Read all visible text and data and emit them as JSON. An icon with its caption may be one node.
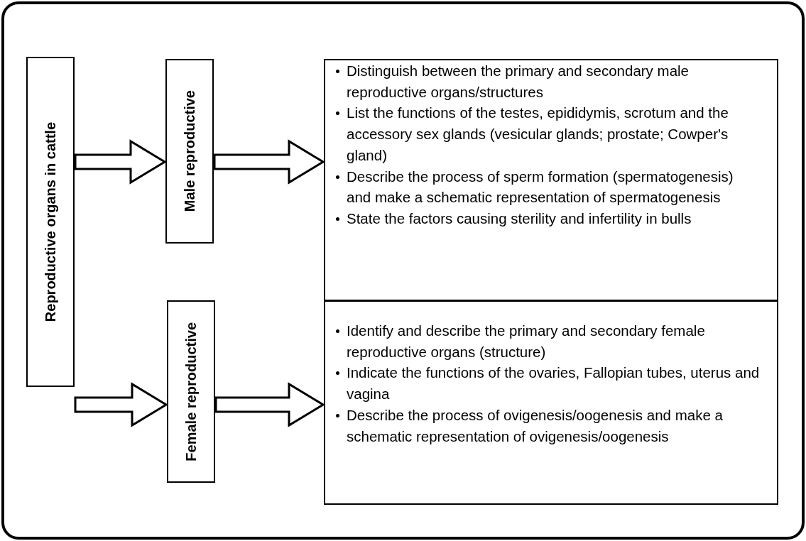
{
  "diagram": {
    "nodes": [
      {
        "text": [
          "Reproductive organs in cattle"
        ]
      },
      {
        "text": [
          "Male reproductive"
        ]
      },
      {
        "text": [
          "Female reproductive"
        ]
      },
      {
        "text": [
          "Distinguish between the primary and secondary male reproductive organs/structures",
          "List the functions of the testes, epididymis, scrotum and the accessory sex glands (vesicular glands; prostate; Cowper's gland)",
          "Describe the process of sperm formation (spermatogenesis) and make a schematic representation of spermatogenesis",
          "State the factors causing sterility and infertility in bulls"
        ]
      },
      {
        "text": [
          "Identify and describe the primary and secondary female reproductive organs (structure)",
          "Indicate the functions of the ovaries, Fallopian tubes, uterus and vagina",
          "Describe the process of ovigenesis/oogenesis and make a schematic representation of ovigenesis/oogenesis"
        ]
      }
    ],
    "edges": [
      {
        "from": 0,
        "to": 1,
        "arrow": "to"
      },
      {
        "from": 0,
        "to": 2,
        "arrow": "to"
      },
      {
        "from": 1,
        "to": 3,
        "arrow": "to"
      },
      {
        "from": 2,
        "to": 4,
        "arrow": "to"
      }
    ]
  }
}
